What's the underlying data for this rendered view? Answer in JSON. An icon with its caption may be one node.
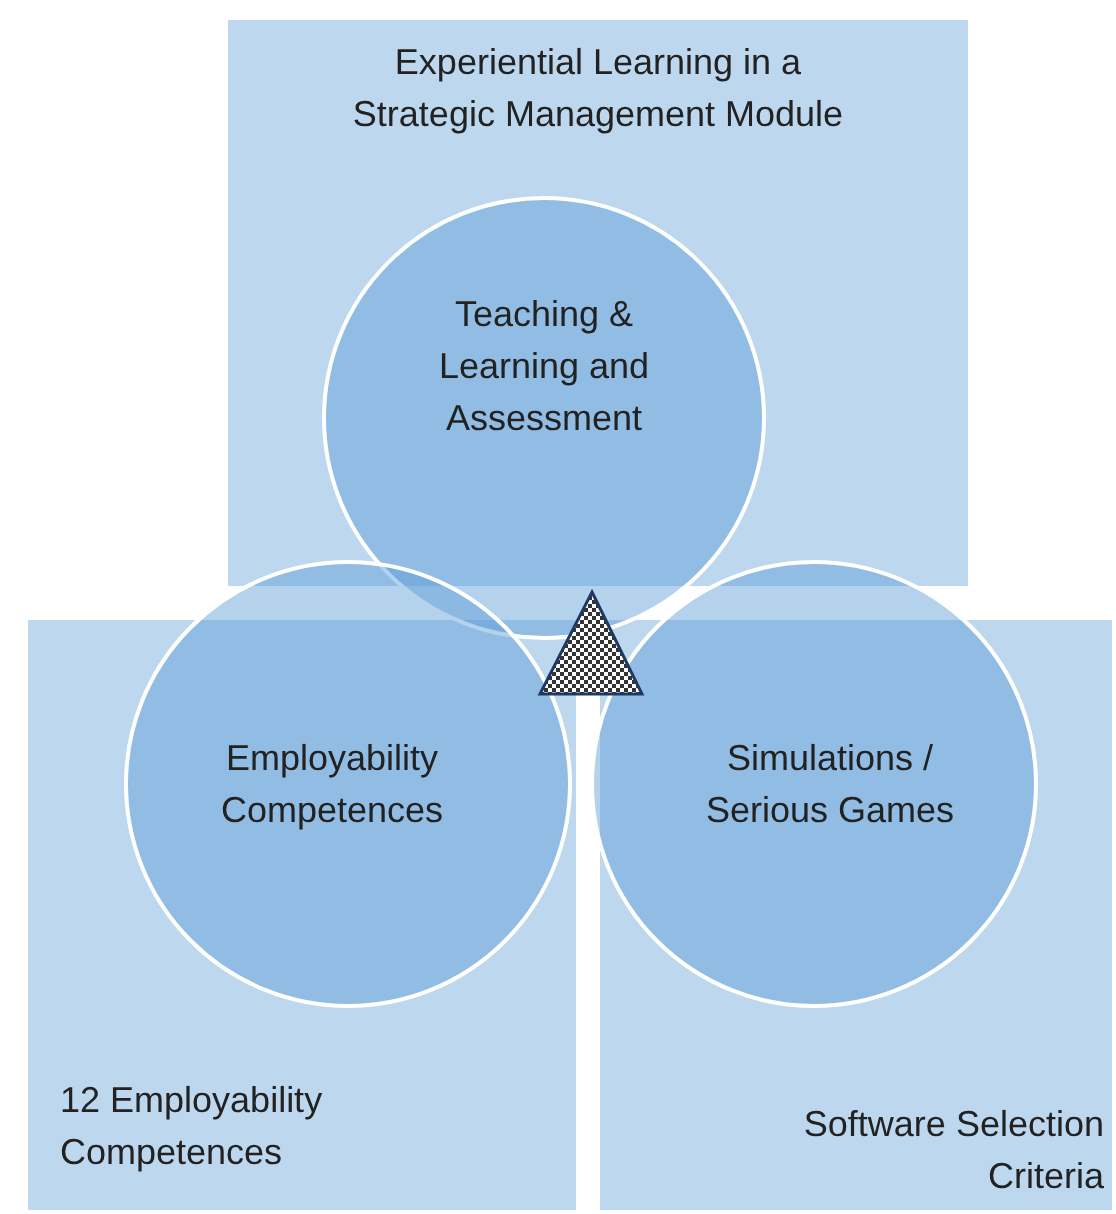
{
  "diagram": {
    "nodes": [
      {
        "text": [
          "Experiential Learning in a Strategic Management Module"
        ]
      },
      {
        "text": [
          "Teaching & Learning and Assessment"
        ]
      },
      {
        "text": [
          "Employability Competences"
        ]
      },
      {
        "text": [
          "Simulations / Serious Games"
        ]
      },
      {
        "text": [
          "12 Employability Competences"
        ]
      },
      {
        "text": [
          "Software Selection Criteria"
        ]
      }
    ]
  }
}
